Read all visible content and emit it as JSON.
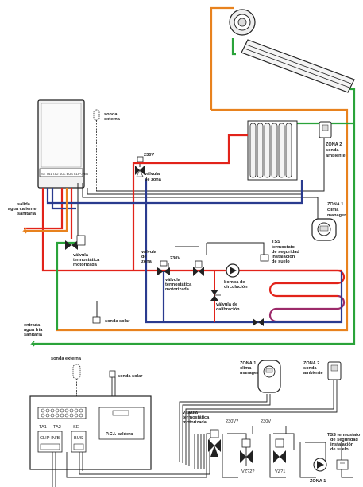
{
  "top_diagram": {
    "sonda_externa": [
      "sonda",
      "externa"
    ],
    "v230_valve": "230V",
    "valvula_zona": [
      "válvula",
      "de zona"
    ],
    "zona2": [
      "ZONA 2",
      "sonda",
      "ambiente"
    ],
    "zona1": [
      "ZONA 1",
      "clima",
      "manager"
    ],
    "salida": [
      "salida",
      "agua caliente",
      "sanitaria"
    ],
    "valvula_termo_left": [
      "válvula",
      "termostática",
      "motorizada"
    ],
    "valvula_zona_left": [
      "válvula",
      "de",
      "zona"
    ],
    "v230_mid": "230V",
    "valvula_termo_mid": [
      "válvula",
      "termostática",
      "motorizada"
    ],
    "bomba": [
      "bomba de",
      "circulación"
    ],
    "tss": [
      "TSS",
      "termostato",
      "de seguridad",
      "instalación",
      "de suelo"
    ],
    "valvula_calibracion": [
      "válvula de",
      "calibración"
    ],
    "sonda_solar": "sonda solar",
    "entrada": [
      "entrada",
      "agua fría",
      "sanitaria"
    ],
    "boiler_terminals": "SE TA1 TA2 SOL BUS CLIP-IN/B"
  },
  "bottom_diagram": {
    "sonda_externa": "sonda externa",
    "sonda_solar": "sonda solar",
    "zona1": [
      "ZONA 1",
      "clima",
      "manager"
    ],
    "zona2": [
      "ZONA 2",
      "sonda",
      "ambiente"
    ],
    "ta1": "TA1",
    "ta2": "TA2",
    "se": "SE",
    "clip": "CLIP-IN/B",
    "bus": "BUS",
    "pci": "P.C.I. caldera",
    "valvula_termo": [
      "válvula",
      "termostática",
      "motorizada"
    ],
    "v230_a": "230V?",
    "v230_b": "230V",
    "vz2": "VZ?2?",
    "vz1": "VZ?1",
    "tss": [
      "TSS termostato",
      "de seguridad",
      "instalación",
      "de suelo"
    ],
    "zona1_bottom": "ZONA 1"
  },
  "colors": {
    "orange": "#e8821e",
    "red": "#e2231a",
    "blue": "#2a3b8f",
    "green": "#2aa33a",
    "black": "#222222"
  }
}
